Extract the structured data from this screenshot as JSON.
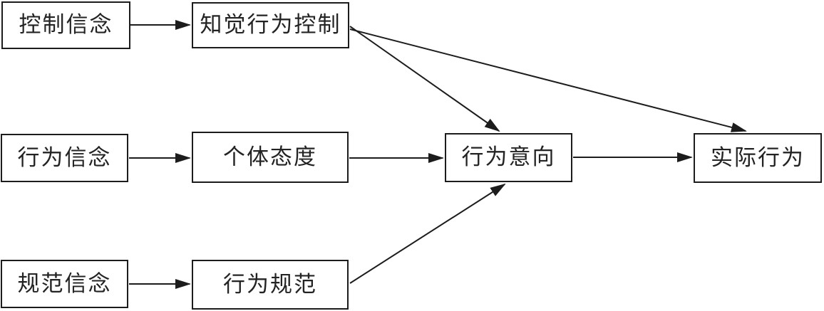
{
  "diagram": {
    "nodes": {
      "control_beliefs": {
        "label": "控制信念"
      },
      "pbc": {
        "label": "知觉行为控制"
      },
      "behavior_beliefs": {
        "label": "行为信念"
      },
      "attitude": {
        "label": "个体态度"
      },
      "intention": {
        "label": "行为意向"
      },
      "actual_behavior": {
        "label": "实际行为"
      },
      "normative_beliefs": {
        "label": "规范信念"
      },
      "behavior_norms": {
        "label": "行为规范"
      }
    },
    "edges": [
      {
        "from": "控制信念",
        "to": "知觉行为控制"
      },
      {
        "from": "行为信念",
        "to": "个体态度"
      },
      {
        "from": "规范信念",
        "to": "行为规范"
      },
      {
        "from": "个体态度",
        "to": "行为意向"
      },
      {
        "from": "知觉行为控制",
        "to": "行为意向"
      },
      {
        "from": "行为规范",
        "to": "行为意向"
      },
      {
        "from": "行为意向",
        "to": "实际行为"
      },
      {
        "from": "知觉行为控制",
        "to": "实际行为"
      }
    ],
    "colors": {
      "line": "#1c1c1c",
      "box_border": "#1c1c1c",
      "box_fill": "#ffffff",
      "text": "#232323",
      "background": "#ffffff"
    }
  }
}
